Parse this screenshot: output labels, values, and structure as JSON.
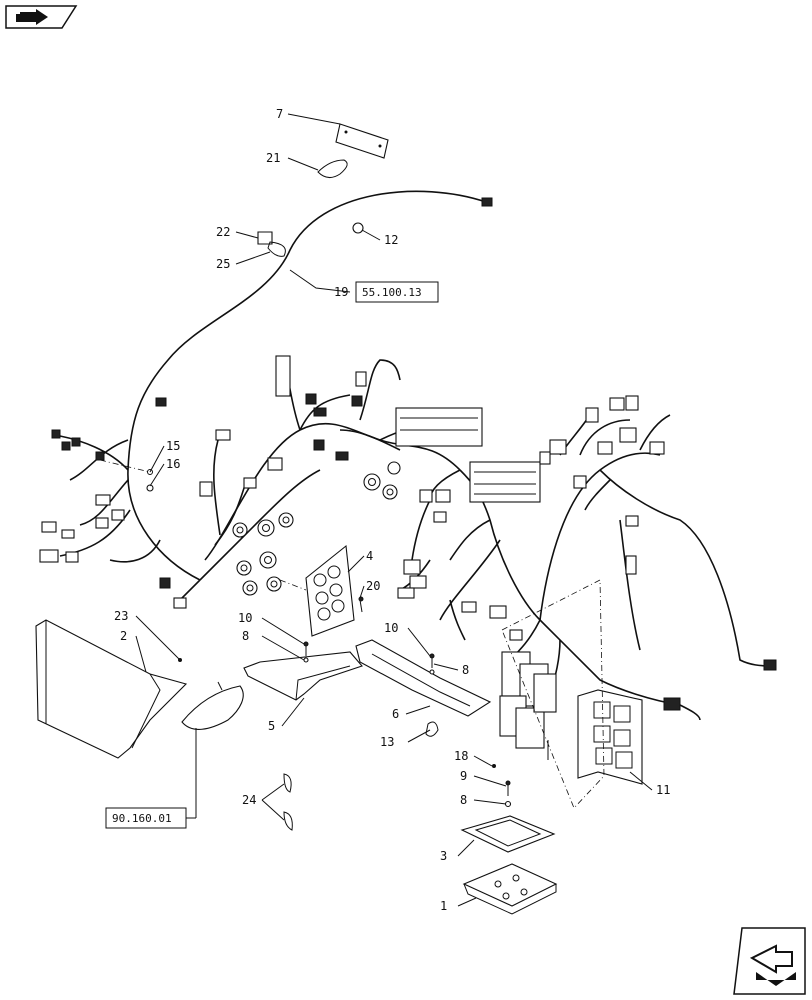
{
  "icons": {
    "top_left": "previous-page-icon",
    "bottom_right": "next-page-icon"
  },
  "part_labels": {
    "p1": "1",
    "p2": "2",
    "p3": "3",
    "p4": "4",
    "p5": "5",
    "p6": "6",
    "p7": "7",
    "p8a": "8",
    "p8b": "8",
    "p8c": "8",
    "p9": "9",
    "p10a": "10",
    "p10b": "10",
    "p11": "11",
    "p12": "12",
    "p13": "13",
    "p15": "15",
    "p16": "16",
    "p18": "18",
    "p19": "19",
    "p20": "20",
    "p21": "21",
    "p22": "22",
    "p23": "23",
    "p24": "24",
    "p25": "25"
  },
  "references": {
    "harness": "55.100.13",
    "cover": "90.160.01"
  }
}
